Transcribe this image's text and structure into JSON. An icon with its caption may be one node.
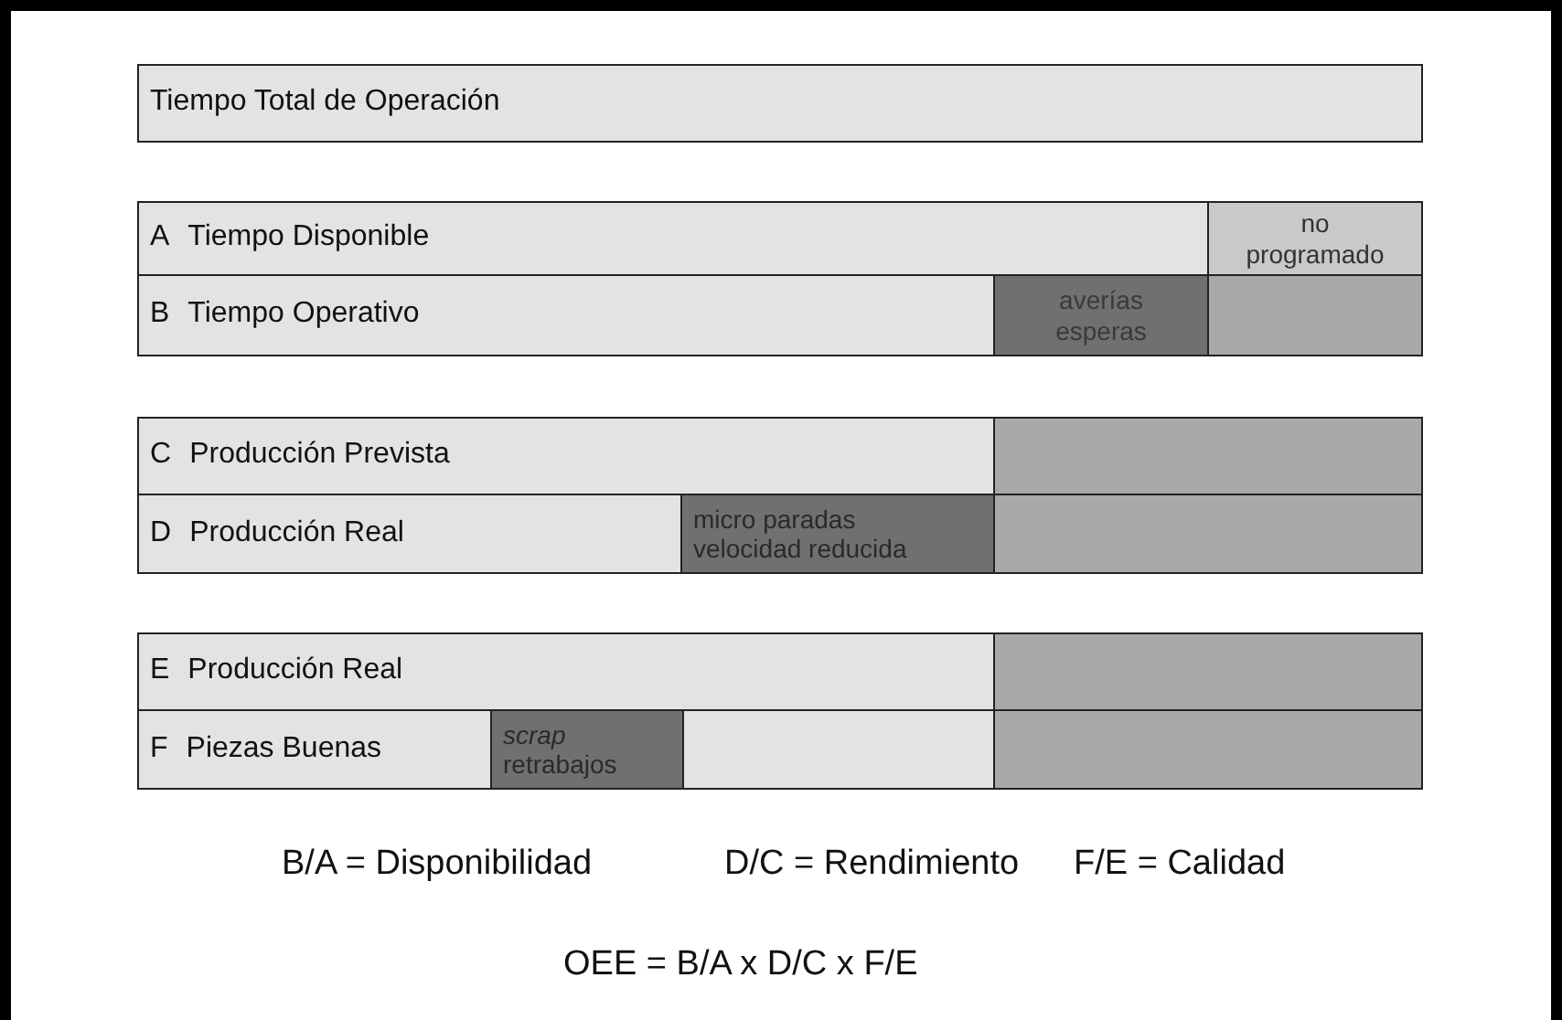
{
  "diagram": {
    "nodes": [
      {
        "text": [
          "Tiempo Total de Operación"
        ]
      },
      {
        "text": [
          "A",
          "Tiempo Disponible"
        ]
      },
      {
        "text": [
          "no programado"
        ]
      },
      {
        "text": [
          "B",
          "Tiempo Operativo"
        ]
      },
      {
        "text": [
          "averías esperas"
        ]
      },
      {
        "text": [],
        "shape": "box"
      },
      {
        "text": [
          "C",
          "Producción Prevista"
        ]
      },
      {
        "text": [],
        "shape": "box"
      },
      {
        "text": [
          "D",
          "Producción Real"
        ]
      },
      {
        "text": [
          "micro paradas velocidad reducida"
        ]
      },
      {
        "text": [],
        "shape": "box"
      },
      {
        "text": [
          "E",
          "Producción Real"
        ]
      },
      {
        "text": [],
        "shape": "box"
      },
      {
        "text": [
          "F",
          "Piezas Buenas"
        ]
      },
      {
        "text": [
          "*scrap* retrabajos"
        ]
      },
      {
        "text": [],
        "shape": "box"
      },
      {
        "text": [],
        "shape": "box"
      }
    ],
    "labels": [
      "B/A = Disponibilidad",
      "D/C = Rendimiento",
      "F/E = Calidad",
      "OEE = B/A x D/C x F/E"
    ]
  }
}
